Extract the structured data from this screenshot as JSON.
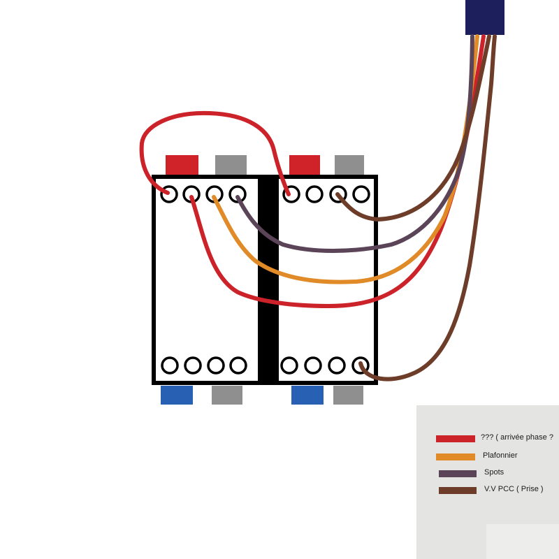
{
  "legend": {
    "items": [
      {
        "label": "??? ( arrivée phase ?",
        "color": "#cc2229"
      },
      {
        "label": "Plafonnier",
        "color": "#e08a28"
      },
      {
        "label": "Spots",
        "color": "#5b4458"
      },
      {
        "label": "V.V PCC ( Prise )",
        "color": "#6e3d2a"
      }
    ]
  },
  "colors": {
    "phase_red": "#cc2229",
    "plafonnier_orange": "#e08a28",
    "spots_purple": "#5b4458",
    "prise_brown": "#6e3d2a",
    "terminal_red": "#cf2229",
    "terminal_gray": "#8f8f8f",
    "terminal_blue": "#2860b4",
    "cable_navy": "#1c1f5c",
    "frame_black": "#000000"
  },
  "icons": [
    "cable-sheath-icon",
    "terminal-hole-icon"
  ]
}
